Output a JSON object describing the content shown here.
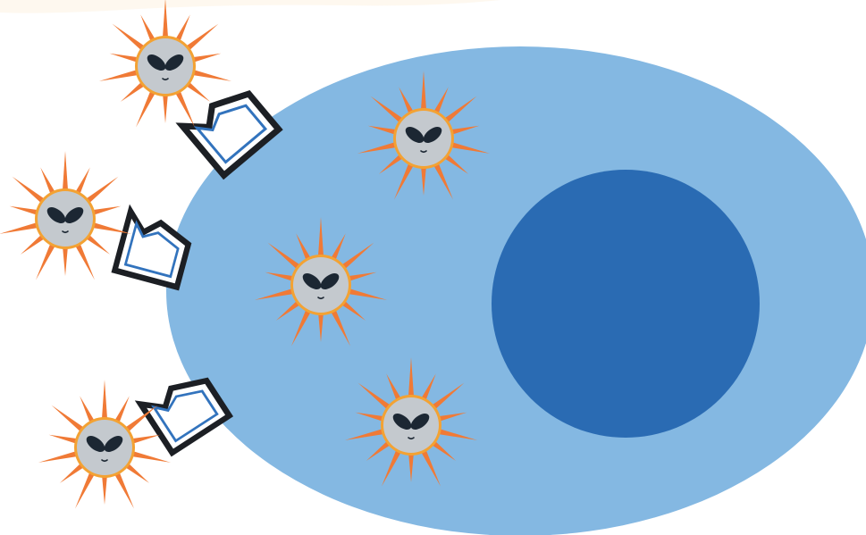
{
  "colors": {
    "background": "#ffffff",
    "cell_body": "#84b8e2",
    "nucleus": "#2a6bb3",
    "virus_spike": "#f07a36",
    "virus_ring": "#f3a233",
    "alien_face": "#c4c9ce",
    "alien_eye": "#1c2733",
    "receptor_outline": "#1c1f24",
    "receptor_inner": "#3273bd",
    "receptor_fill": "#ffffff"
  },
  "icons": {
    "virus": "alien-virus-icon",
    "receptor": "receptor-icon"
  },
  "counts": {
    "viruses_outside_bound": 3,
    "viruses_inside_cell": 3,
    "receptors": 3
  }
}
